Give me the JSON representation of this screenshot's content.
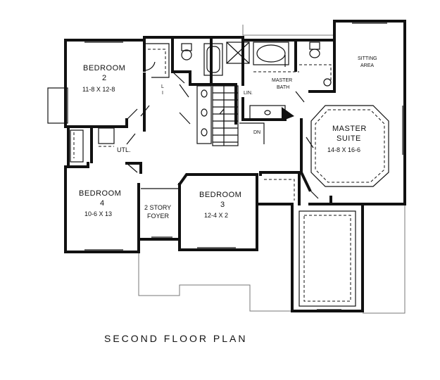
{
  "rooms": {
    "bedroom2": {
      "name": "BEDROOM",
      "number": "2",
      "size": "11-8 X 12-8"
    },
    "bedroom4": {
      "name": "BEDROOM",
      "number": "4",
      "size": "10-6 X 13"
    },
    "bedroom3": {
      "name": "BEDROOM",
      "number": "3",
      "size": "12-4 X 2"
    },
    "foyer": {
      "line1": "2 STORY",
      "line2": "FOYER"
    },
    "utility": {
      "name": "UTL."
    },
    "master_bath": {
      "line1": "MASTER",
      "line2": "BATH"
    },
    "master_suite": {
      "line1": "MASTER",
      "line2": "SUITE",
      "size": "14-8 X 16-6"
    },
    "sitting": {
      "line1": "SITTING",
      "line2": "AREA"
    },
    "linen1": {
      "line1": "L",
      "line2": "I"
    },
    "linen2": {
      "name": "LIN."
    },
    "stair": {
      "label": "DN"
    }
  },
  "caption": "SECOND FLOOR PLAN"
}
